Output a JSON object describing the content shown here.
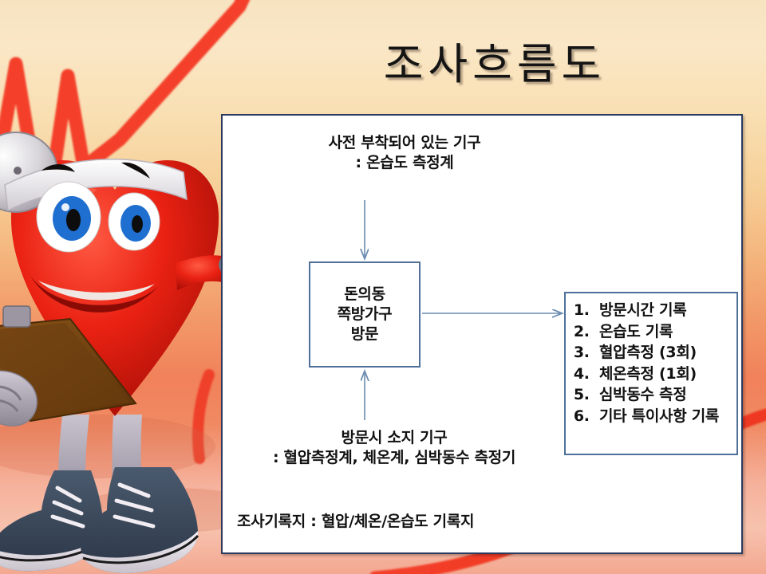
{
  "slide": {
    "title": "조사흐름도",
    "background": {
      "top_color": "#f7e3c0",
      "mid_color": "#f1815a",
      "bottom_color": "#f3a891",
      "ekg_line_color": "#f4402a"
    }
  },
  "panel": {
    "border_color": "#2c3b60",
    "background": "#ffffff",
    "pre_attached_device": "사전 부착되어 있는 기구\n: 온습도 측정계",
    "pre_attached_device_line1": "사전 부착되어 있는 기구",
    "pre_attached_device_line2": ": 온습도 측정계",
    "carry_device_line1": "방문시 소지 기구",
    "carry_device_line2": ": 혈압측정계, 체온계, 심박동수 측정기",
    "record_sheet": "조사기록지 : 혈압/체온/온습도 기록지"
  },
  "process_box": {
    "label": "돈의동\n쪽방가구\n방문",
    "border_color": "#4f7099"
  },
  "task_box": {
    "border_color": "#4f7099",
    "items": [
      "방문시간 기록",
      "온습도 기록",
      "혈압측정 (3회)",
      "체온측정 (1회)",
      "심박동수 측정",
      "기타 특이사항 기록"
    ]
  },
  "arrows": {
    "color": "#6b8cb0",
    "down_arrow": "arrow-down",
    "right_arrow": "arrow-right",
    "up_arrow": "arrow-up"
  },
  "mascot": {
    "name": "heart-character",
    "body_color": "#e01e10",
    "headband_color": "#f2f2f2",
    "eye_iris_color": "#1f6fd0",
    "clipboard_color": "#7a4a16",
    "shoe_color": "#3d4a5c"
  }
}
